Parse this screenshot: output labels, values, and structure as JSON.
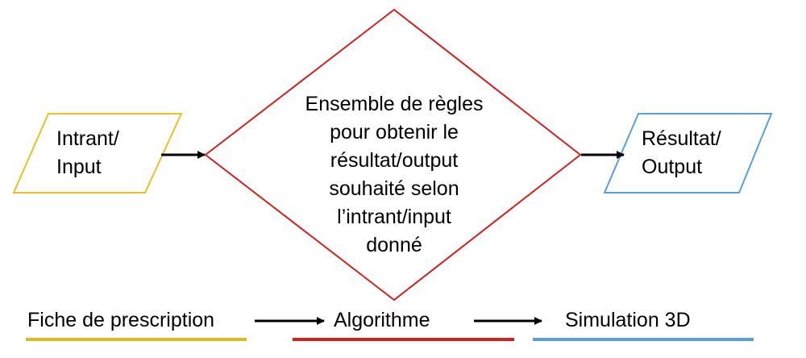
{
  "input": {
    "line1": "Intrant/",
    "line2": "Input"
  },
  "rules": {
    "lines": [
      "Ensemble de règles",
      "pour obtenir le",
      "résultat/output",
      "souhaité selon",
      "l’intrant/input",
      "donné"
    ]
  },
  "output": {
    "line1": "Résultat/",
    "line2": "Output"
  },
  "pipeline": {
    "step1": "Fiche de prescription",
    "step2": "Algorithme",
    "step3": "Simulation 3D"
  },
  "colors": {
    "input": "#e8c020",
    "algorithm": "#d42020",
    "output": "#5a9fdc"
  }
}
